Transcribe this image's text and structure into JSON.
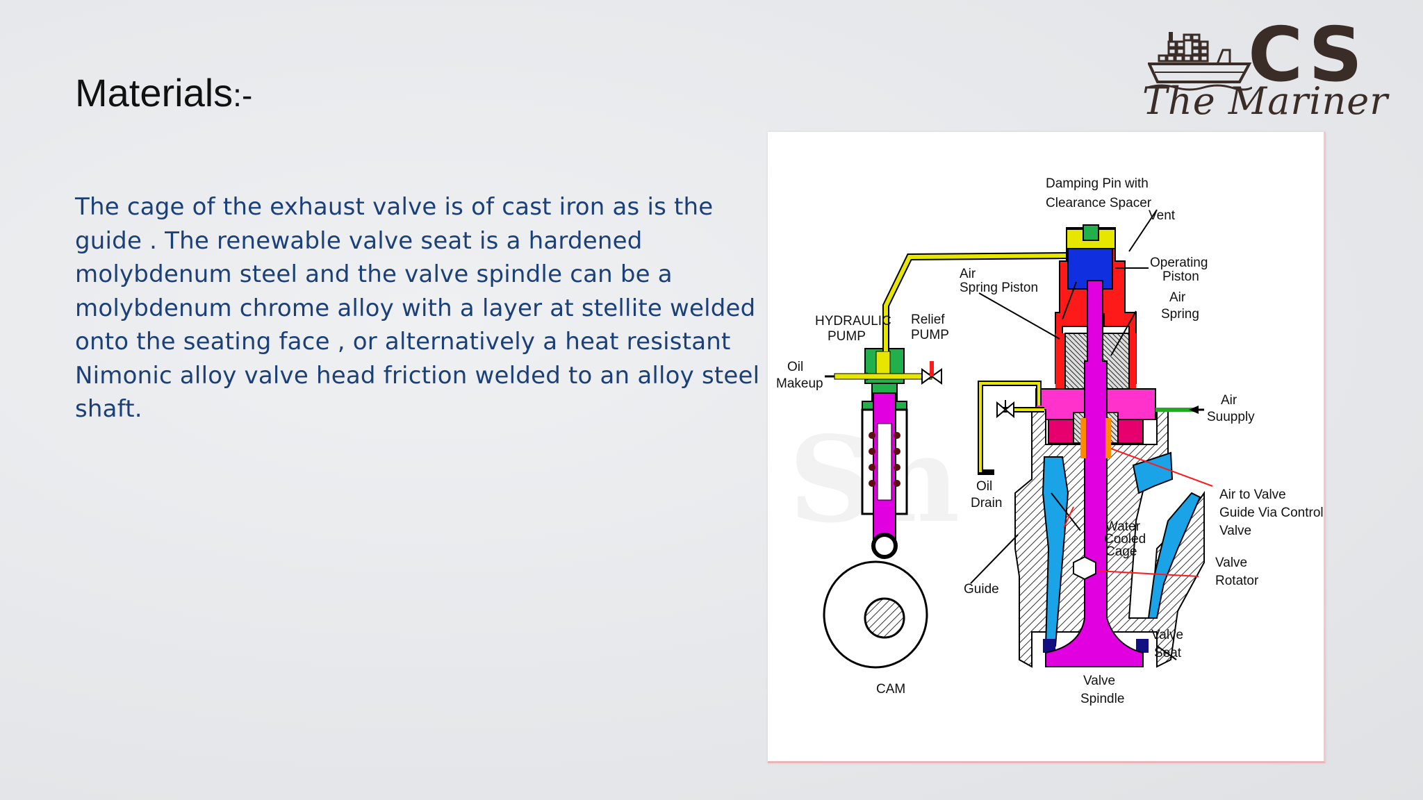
{
  "slide": {
    "title": "Materials",
    "title_suffix": ":-",
    "body": "The cage of the exhaust valve is of cast iron as is the guide . The renewable valve seat is a hardened molybdenum steel and the valve spindle can be a molybdenum chrome alloy with a layer at stellite welded onto the seating face , or alternatively a heat resistant Nimonic alloy valve head friction welded to an alloy steel shaft."
  },
  "logo": {
    "letters": "CS",
    "subtitle": "The Mariner",
    "icon": "cargo-ship-icon"
  },
  "diagram": {
    "labels": {
      "damping_pin": [
        "Damping Pin with",
        "Clearance Spacer"
      ],
      "vent": "Vent",
      "operating_piston": [
        "Operating",
        "Piston"
      ],
      "air_spring_piston": [
        "Air",
        "Spring Piston"
      ],
      "air_spring": [
        "Air",
        "Spring"
      ],
      "hydraulic_pump": [
        "HYDRAULIC",
        "PUMP"
      ],
      "relief_pump": [
        "Relief",
        "PUMP"
      ],
      "oil_makeup": [
        "Oil",
        "Makeup"
      ],
      "air_supply": [
        "Air",
        "Suupply"
      ],
      "oil_drain": [
        "Oil",
        "Drain"
      ],
      "water_cooled_cage": [
        "Water",
        "Cooled",
        "Cage"
      ],
      "air_to_valve_guide": [
        "Air to Valve",
        "Guide Via Control",
        "Valve"
      ],
      "valve_rotator": [
        "Valve",
        "Rotator"
      ],
      "guide": "Guide",
      "valve_seat": [
        "Valve",
        "Seat"
      ],
      "valve_spindle": [
        "Valve",
        "Spindle"
      ],
      "cam": "CAM"
    },
    "colors": {
      "hydraulic_oil": "#e6e600",
      "pump_body": "#21b04b",
      "plunger": "#e000e0",
      "operating_cylinder": "#ff1a1a",
      "piston_blue": "#1030e0",
      "air_spring_pink": "#ff33cc",
      "cooling_water": "#1aa3e6",
      "seat_navy": "#101080",
      "air_line": "#22aa22"
    }
  }
}
